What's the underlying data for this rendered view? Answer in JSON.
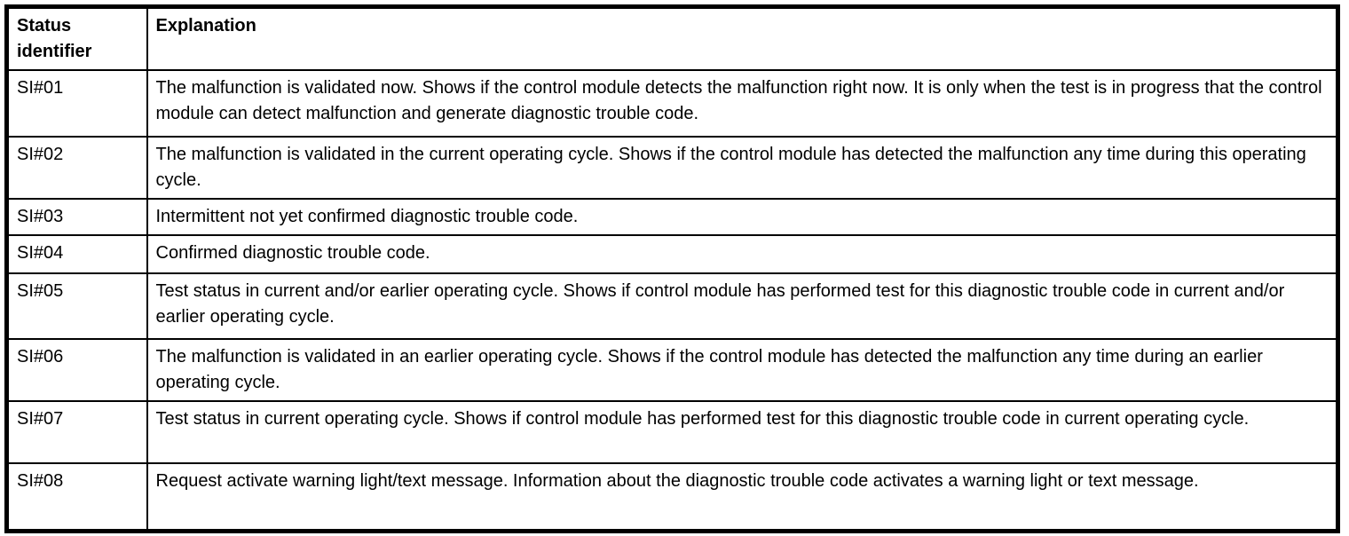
{
  "document": {
    "background_color": "#ffffff",
    "text_color": "#000000",
    "border_color": "#000000"
  },
  "table": {
    "headers": {
      "status_identifier": "Status identifier",
      "explanation": "Explanation"
    },
    "rows": [
      {
        "id": "SI#01",
        "explanation": "The malfunction is validated now. Shows if the control module detects the malfunction right now. It is only when the test is in progress that the control module can detect malfunction and generate diagnostic trouble code."
      },
      {
        "id": "SI#02",
        "explanation": "The malfunction is validated in the current operating cycle. Shows if the control module has detected the malfunction any time during this operating cycle."
      },
      {
        "id": "SI#03",
        "explanation": "Intermittent not yet confirmed diagnostic trouble code."
      },
      {
        "id": "SI#04",
        "explanation": "Confirmed diagnostic trouble code."
      },
      {
        "id": "SI#05",
        "explanation": "Test status in current and/or earlier operating cycle. Shows if control module has performed test for this diagnostic trouble code in current and/or earlier operating cycle."
      },
      {
        "id": "SI#06",
        "explanation": "The malfunction is validated in an earlier operating cycle. Shows if the control module has detected the malfunction any time during an earlier operating cycle."
      },
      {
        "id": "SI#07",
        "explanation": "Test status in current operating cycle. Shows if control module has performed test for this diagnostic trouble code in current operating cycle."
      },
      {
        "id": "SI#08",
        "explanation": "Request activate warning light/text message. Information about the diagnostic trouble code activates a warning light or text message."
      }
    ]
  }
}
